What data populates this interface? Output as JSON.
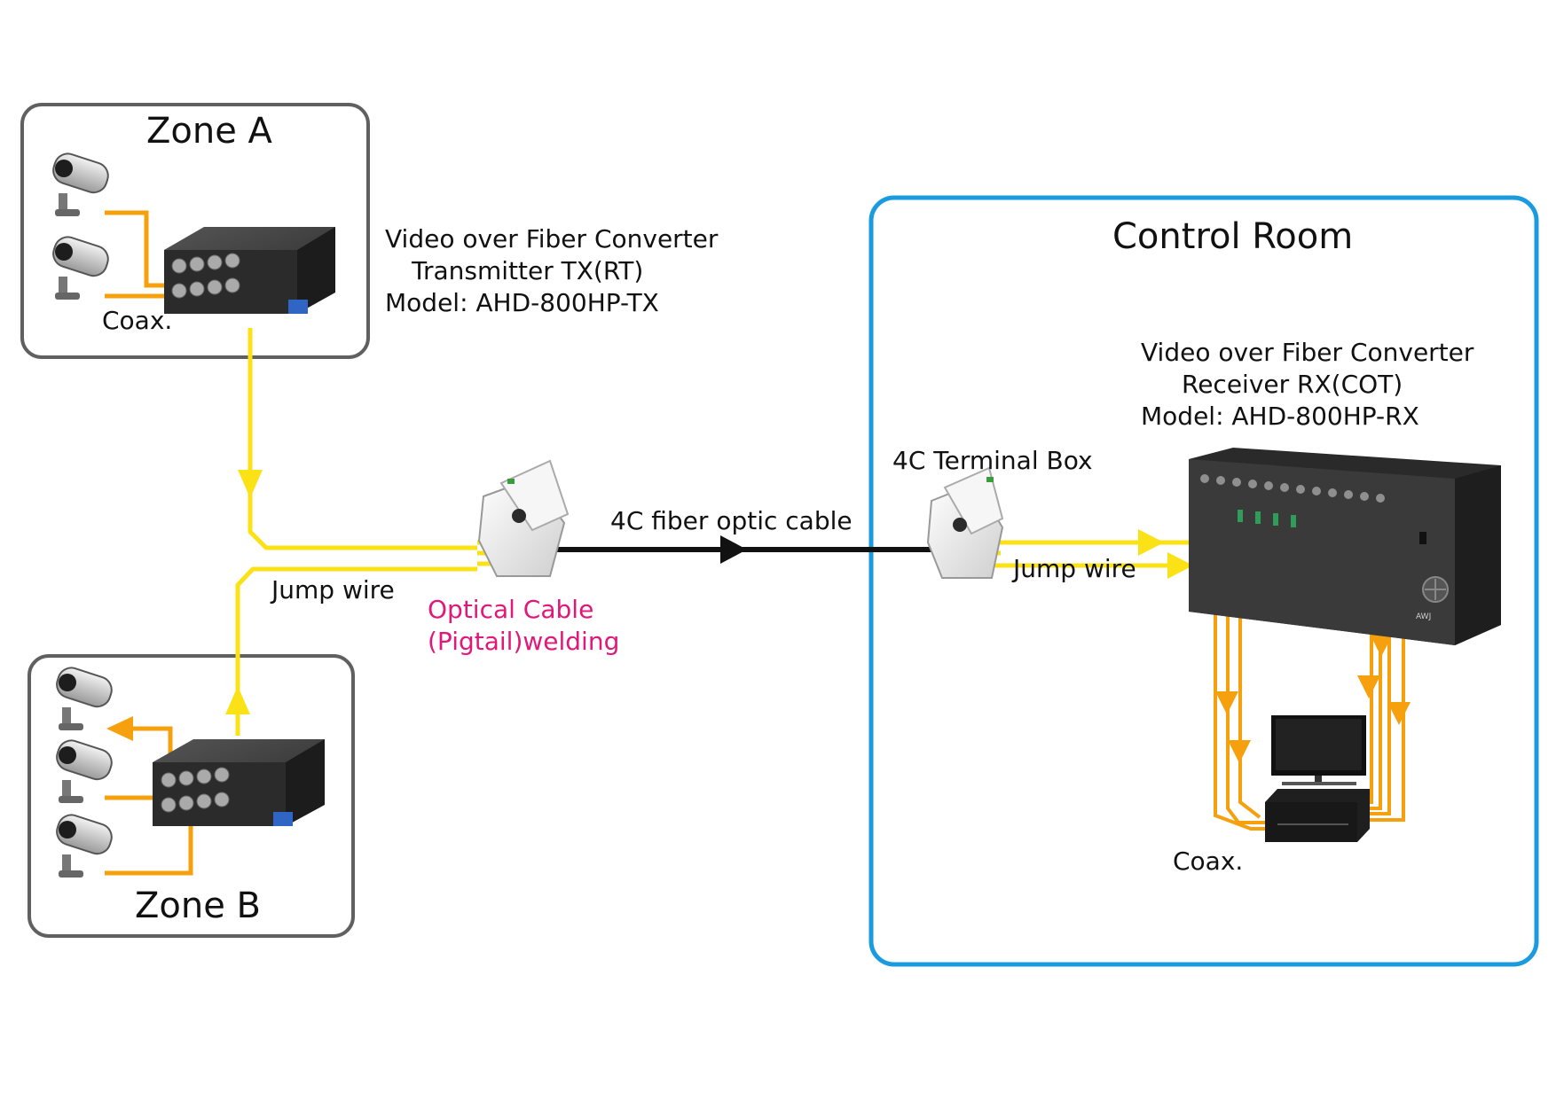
{
  "zones": {
    "zone_a": {
      "title": "Zone A",
      "coax_label": "Coax."
    },
    "zone_b": {
      "title": "Zone B"
    },
    "control_room": {
      "title": "Control Room",
      "coax_label": "Coax."
    }
  },
  "transmitter": {
    "line1": "Video over Fiber Converter",
    "line2": "Transmitter TX(RT)",
    "line3": "Model: AHD-800HP-TX"
  },
  "receiver": {
    "line1": "Video over Fiber Converter",
    "line2": "Receiver RX(COT)",
    "line3": "Model: AHD-800HP-RX",
    "brand": "AWJ"
  },
  "labels": {
    "jump_wire_left": "Jump wire",
    "jump_wire_right": "Jump wire",
    "fiber_cable": "4C fiber optic cable",
    "terminal_box": "4C Terminal Box",
    "pigtail_line1": "Optical Cable",
    "pigtail_line2": "(Pigtail)welding"
  },
  "colors": {
    "zone_border": "#606060",
    "control_room_border": "#1a9be0",
    "coax": "#f5a00c",
    "jump_wire": "#fbe217",
    "fiber": "#111111",
    "highlight_text": "#e0187a"
  }
}
